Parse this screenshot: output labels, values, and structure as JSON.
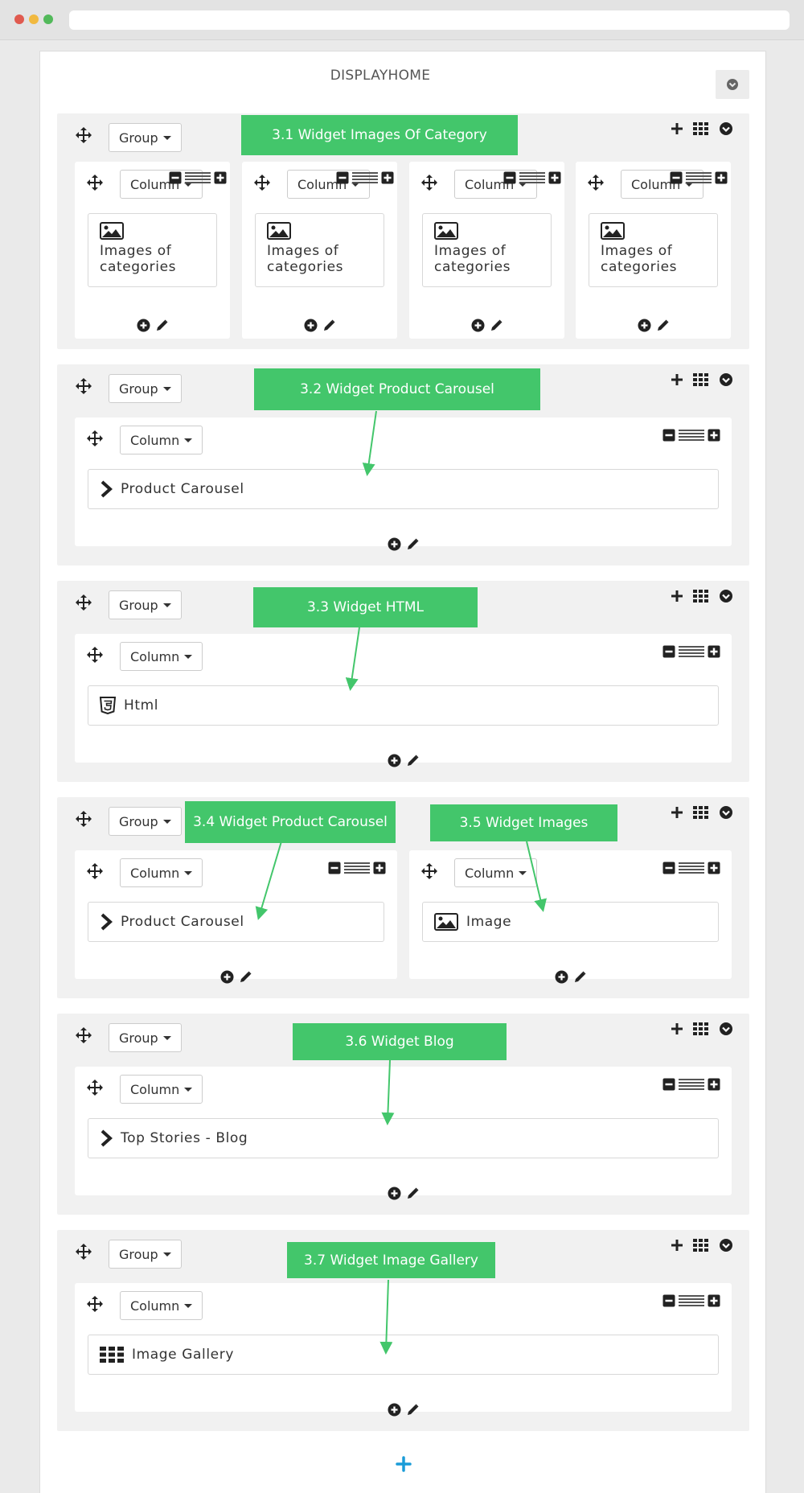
{
  "browser": {
    "dot_colors": [
      "#e05a4f",
      "#f1b940",
      "#52b95a"
    ]
  },
  "panel": {
    "title": "DISPLAYHOME"
  },
  "icons": {
    "move": "move-icon",
    "plus": "plus-icon",
    "grid": "grid-icon",
    "collapse": "collapse-icon",
    "minus": "minus-box-icon",
    "lines": "lines-icon",
    "plusbox": "plus-box-icon",
    "add": "add-circle-icon",
    "edit": "pencil-icon"
  },
  "groups": [
    {
      "group_label": "Group",
      "annotation": "3.1  Widget Images Of Category",
      "columns": [
        {
          "column_label": "Column",
          "widget_icon": "image-icon",
          "widget_line1": "Images of",
          "widget_line2": "categories"
        },
        {
          "column_label": "Column",
          "widget_icon": "image-icon",
          "widget_line1": "Images of",
          "widget_line2": "categories"
        },
        {
          "column_label": "Column",
          "widget_icon": "image-icon",
          "widget_line1": "Images of",
          "widget_line2": "categories"
        },
        {
          "column_label": "Column",
          "widget_icon": "image-icon",
          "widget_line1": "Images of",
          "widget_line2": "categories"
        }
      ]
    },
    {
      "group_label": "Group",
      "annotation": "3.2  Widget Product Carousel",
      "columns": [
        {
          "column_label": "Column",
          "widget_icon": "chevron-right-icon",
          "widget_label": "Product Carousel"
        }
      ]
    },
    {
      "group_label": "Group",
      "annotation": "3.3  Widget HTML",
      "columns": [
        {
          "column_label": "Column",
          "widget_icon": "html5-icon",
          "widget_label": "Html"
        }
      ]
    },
    {
      "group_label": "Group",
      "annotation": "3.4  Widget Product Carousel",
      "annotation2": "3.5  Widget Images",
      "columns": [
        {
          "column_label": "Column",
          "widget_icon": "chevron-right-icon",
          "widget_label": "Product Carousel"
        },
        {
          "column_label": "Column",
          "widget_icon": "image-icon",
          "widget_label": "Image"
        }
      ]
    },
    {
      "group_label": "Group",
      "annotation": "3.6  Widget Blog",
      "columns": [
        {
          "column_label": "Column",
          "widget_icon": "chevron-right-icon",
          "widget_label": "Top Stories - Blog"
        }
      ]
    },
    {
      "group_label": "Group",
      "annotation": "3.7  Widget Image Gallery",
      "columns": [
        {
          "column_label": "Column",
          "widget_icon": "grid-icon",
          "widget_label": "Image Gallery"
        }
      ]
    }
  ],
  "colors": {
    "annotation": "#43c66b",
    "add_button": "#1a9cd8"
  }
}
